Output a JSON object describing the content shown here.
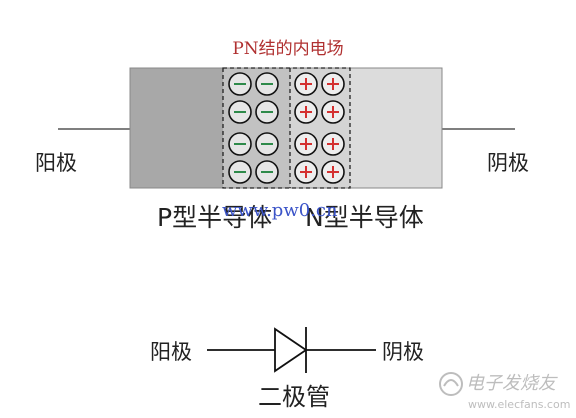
{
  "title": "PN结的内电场",
  "anode_label": "阳极",
  "cathode_label": "阴极",
  "p_label": "P型半导体",
  "n_label": "N型半导体",
  "watermark_url": "www.pw0.cn",
  "diode": {
    "anode_label": "阳极",
    "cathode_label": "阴极",
    "caption": "二极管"
  },
  "logo_text": "电子发烧友",
  "logo_url": "www.elecfans.com",
  "colors": {
    "title": "#b03030",
    "p_region": "#a8a8a8",
    "n_region": "#dcdcdc",
    "depletion_p": "#c2c2c2",
    "depletion_n": "#d4d4d4",
    "minus_sign": "#2e8a4a",
    "plus_sign": "#d43030",
    "watermark": "#3b54c8"
  },
  "ions": {
    "rows": 4,
    "minus_per_row": 2,
    "plus_per_row": 2,
    "minus_symbol": "minus-circle-icon",
    "plus_symbol": "plus-circle-icon"
  }
}
